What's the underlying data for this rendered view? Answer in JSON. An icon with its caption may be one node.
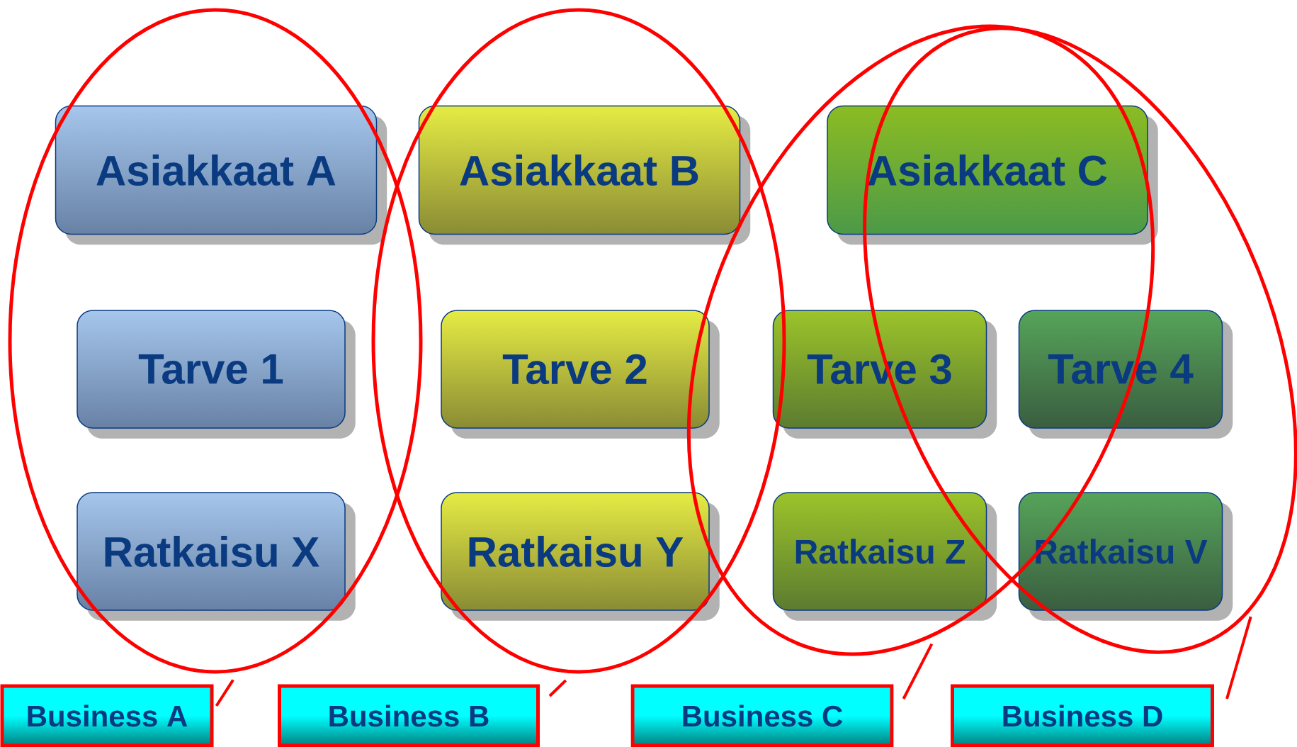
{
  "diagram": {
    "nodes": [
      {
        "text": [],
        "shape": "ellipse"
      },
      {
        "text": [],
        "shape": "ellipse"
      },
      {
        "text": [],
        "shape": "ellipse"
      },
      {
        "text": [],
        "shape": "ellipse"
      },
      {
        "text": [
          "Asiakkaat A"
        ],
        "in": 0
      },
      {
        "text": [
          "Asiakkaat B"
        ],
        "in": 1
      },
      {
        "text": [
          "Asiakkaat C"
        ],
        "in": 2
      },
      {
        "text": [
          "Tarve 1"
        ],
        "in": 0
      },
      {
        "text": [
          "Tarve 2"
        ],
        "in": 1
      },
      {
        "text": [
          "Tarve 3"
        ],
        "in": 2
      },
      {
        "text": [
          "Tarve 4"
        ],
        "in": 3
      },
      {
        "text": [
          "Ratkaisu X"
        ],
        "in": 0
      },
      {
        "text": [
          "Ratkaisu Y"
        ],
        "in": 1
      },
      {
        "text": [
          "Ratkaisu Z"
        ],
        "in": 2
      },
      {
        "text": [
          "Ratkaisu V"
        ],
        "in": 3
      },
      {
        "text": [
          "Business A"
        ]
      },
      {
        "text": [
          "Business B"
        ]
      },
      {
        "text": [
          "Business C"
        ]
      },
      {
        "text": [
          "Business D"
        ]
      }
    ],
    "edges": [
      {
        "from": 15,
        "to": 0,
        "arrow": "none"
      },
      {
        "from": 16,
        "to": 1,
        "arrow": "none"
      },
      {
        "from": 17,
        "to": 2,
        "arrow": "none"
      },
      {
        "from": 18,
        "to": 3,
        "arrow": "none"
      }
    ]
  }
}
